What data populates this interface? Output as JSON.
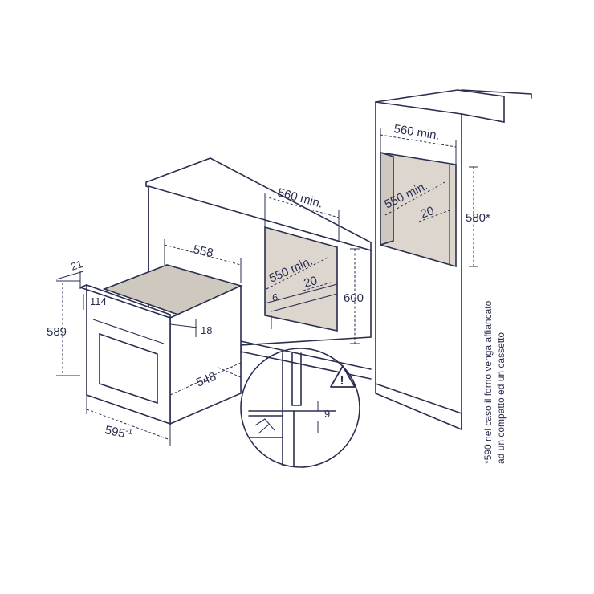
{
  "dimensions": {
    "niche_width_under": "560 min.",
    "niche_depth_under": "550 min.",
    "vent_under": "20",
    "gap_under": "6",
    "niche_height_under": "600",
    "niche_width_column": "560 min.",
    "niche_depth_column": "550 min.",
    "vent_column": "20",
    "niche_height_column": "580*",
    "oven_depth_top": "558",
    "oven_side_depth": "548",
    "oven_height": "589",
    "oven_width": "595",
    "oven_width_tolerance": "-1",
    "oven_panel_depth": "21",
    "oven_front_offset": "114",
    "oven_front_gap": "18",
    "detail_gap": "9"
  },
  "footnote": {
    "line1": "*590 nel caso il forno venga affiancato",
    "line2": "ad un compatto ed un cassetto"
  },
  "icons": {
    "warning": "warning-triangle-icon"
  },
  "colors": {
    "line": "#2a2f4f",
    "cavity_fill": "#dcd6ce"
  }
}
